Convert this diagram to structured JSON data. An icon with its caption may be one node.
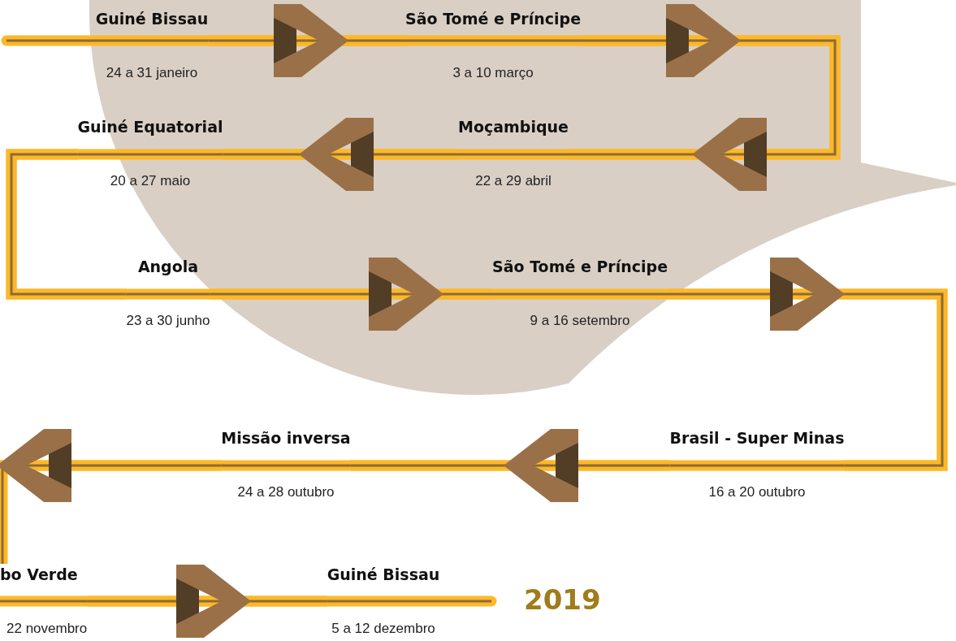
{
  "diagram": {
    "nodes": [
      {
        "text": [
          "Guiné Bissau",
          "24 a 31 janeiro"
        ]
      },
      {
        "text": [
          "São Tomé e Príncipe",
          "3 a 10 março"
        ]
      },
      {
        "text": [
          "Moçambique",
          "22 a 29 abril"
        ]
      },
      {
        "text": [
          "Guiné Equatorial",
          "20 a 27 maio"
        ]
      },
      {
        "text": [
          "Angola",
          "23 a 30 junho"
        ]
      },
      {
        "text": [
          "São Tomé e Príncipe",
          "9 a 16 setembro"
        ]
      },
      {
        "text": [
          "Brasil - Super Minas",
          "16 a 20 outubro"
        ]
      },
      {
        "text": [
          "Missão inversa",
          "24 a 28 outubro"
        ]
      },
      {
        "text": [
          "bo Verde",
          "22 novembro"
        ]
      },
      {
        "text": [
          "Guiné Bissau",
          "5 a 12 dezembro"
        ]
      }
    ],
    "edges": [
      {
        "from": 0,
        "to": 1,
        "arrow": "none"
      },
      {
        "from": 1,
        "to": 2,
        "arrow": "none"
      },
      {
        "from": 2,
        "to": 3,
        "arrow": "none"
      },
      {
        "from": 3,
        "to": 4,
        "arrow": "none"
      },
      {
        "from": 4,
        "to": 5,
        "arrow": "none"
      },
      {
        "from": 5,
        "to": 6,
        "arrow": "none"
      },
      {
        "from": 6,
        "to": 7,
        "arrow": "none"
      },
      {
        "from": 7,
        "to": 8,
        "arrow": "none"
      },
      {
        "from": 8,
        "to": 9,
        "arrow": "none"
      }
    ],
    "labels": [
      "2019"
    ]
  }
}
